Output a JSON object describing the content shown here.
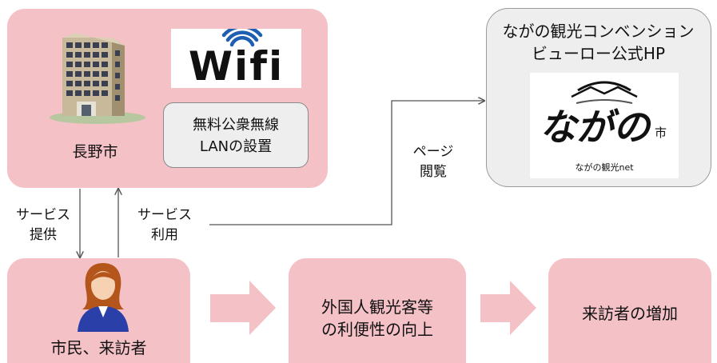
{
  "city_box": {
    "city_label": "長野市",
    "wifi_logo_text": "Wifi",
    "lan_note_line1": "無料公衆無線",
    "lan_note_line2": "LANの設置"
  },
  "site_box": {
    "title_line1": "ながの観光コンベンション",
    "title_line2": "ビューロー公式HP",
    "logo_script": "ながの",
    "logo_small_char": "市",
    "logo_caption": "ながの観光net"
  },
  "arrows": {
    "provide_line1": "サービス",
    "provide_line2": "提供",
    "use_line1": "サービス",
    "use_line2": "利用",
    "view_line1": "ページ",
    "view_line2": "閲覧"
  },
  "flow": {
    "visitor_label": "市民、来訪者",
    "convenience_line1": "外国人観光客等",
    "convenience_line2": "の利便性の向上",
    "increase_label": "来訪者の増加"
  },
  "colors": {
    "box_pink": "#f4c1c6",
    "arrow_pink": "#f4c1c6",
    "wifi_blue": "#1e5fb4",
    "line_gray": "#555555"
  }
}
